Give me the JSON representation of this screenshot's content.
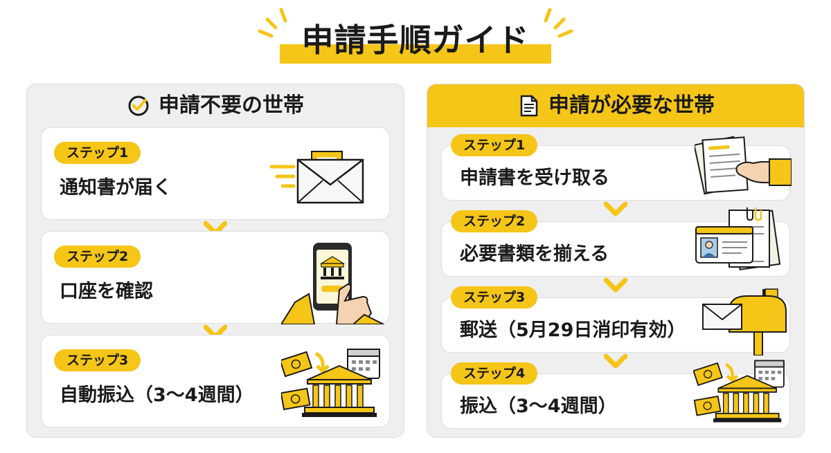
{
  "title": "申請手順ガイド",
  "colors": {
    "accent": "#f5c518",
    "panel_bg": "#efefef",
    "card_bg": "#ffffff",
    "text": "#1a1a1a"
  },
  "left_panel": {
    "heading": "申請不要の世帯",
    "icon": "check-circle-icon",
    "steps": [
      {
        "badge": "ステップ1",
        "text": "通知書が届く",
        "icon": "envelope-icon"
      },
      {
        "badge": "ステップ2",
        "text": "口座を確認",
        "icon": "smartphone-bank-icon"
      },
      {
        "badge": "ステップ3",
        "text": "自動振込（3〜4週間）",
        "icon": "bank-money-calendar-icon"
      }
    ]
  },
  "right_panel": {
    "heading": "申請が必要な世帯",
    "icon": "document-icon",
    "steps": [
      {
        "badge": "ステップ1",
        "text": "申請書を受け取る",
        "icon": "hand-document-icon"
      },
      {
        "badge": "ステップ2",
        "text": "必要書類を揃える",
        "icon": "id-card-documents-icon"
      },
      {
        "badge": "ステップ3",
        "text": "郵送（5月29日消印有効）",
        "icon": "mailbox-icon"
      },
      {
        "badge": "ステップ4",
        "text": "振込（3〜4週間）",
        "icon": "bank-money-calendar-icon"
      }
    ]
  }
}
